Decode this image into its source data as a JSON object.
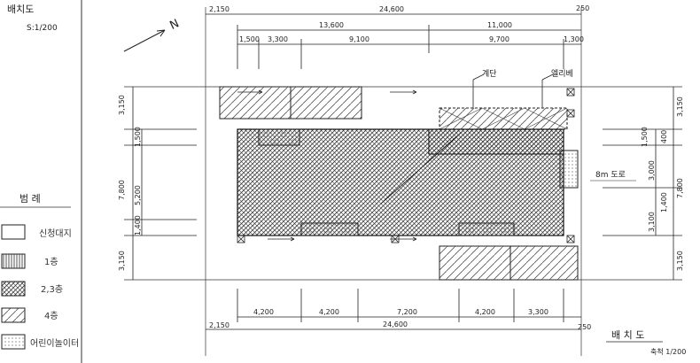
{
  "sheet": {
    "title_topleft": "배치도",
    "scale_topleft": "S:1/200",
    "title_bottomright": "배 치 도",
    "scale_bottomright": "축척 1/200",
    "north_label": "N"
  },
  "legend": {
    "heading": "범 례",
    "items": [
      {
        "label": "신청대지",
        "pattern": "blank"
      },
      {
        "label": "1층",
        "pattern": "vertical-lines"
      },
      {
        "label": "2,3층",
        "pattern": "diagonal-dense"
      },
      {
        "label": "4층",
        "pattern": "diagonal-sparse"
      },
      {
        "label": "어린이놀이터",
        "pattern": "dots"
      }
    ]
  },
  "dimensions": {
    "top_total": "24,600",
    "top_left_offset": "2,150",
    "top_right_offset": "250",
    "top_split_left": "13,600",
    "top_split_right": "11,000",
    "top_row": [
      "1,500",
      "3,300",
      "9,100",
      "9,700",
      "1,300"
    ],
    "bottom_row": [
      "4,200",
      "4,200",
      "7,200",
      "4,200",
      "3,300"
    ],
    "bottom_total": "24,600",
    "bottom_left_offset": "2,150",
    "bottom_right_offset": "250",
    "left_side": [
      "3,150",
      "1,500",
      "5,200",
      "7,800",
      "3,150"
    ],
    "left_small": "1,400",
    "right_side": [
      "3,150",
      "1,500",
      "3,000",
      "7,800",
      "3,100",
      "3,150"
    ],
    "right_small": [
      "400",
      "1,400"
    ]
  },
  "annotations": {
    "label_a": "계단",
    "label_b": "엘리베",
    "road_label": "8m 도로"
  },
  "colors": {
    "ink": "#222222",
    "hatch": "#555555",
    "paper": "#ffffff"
  }
}
